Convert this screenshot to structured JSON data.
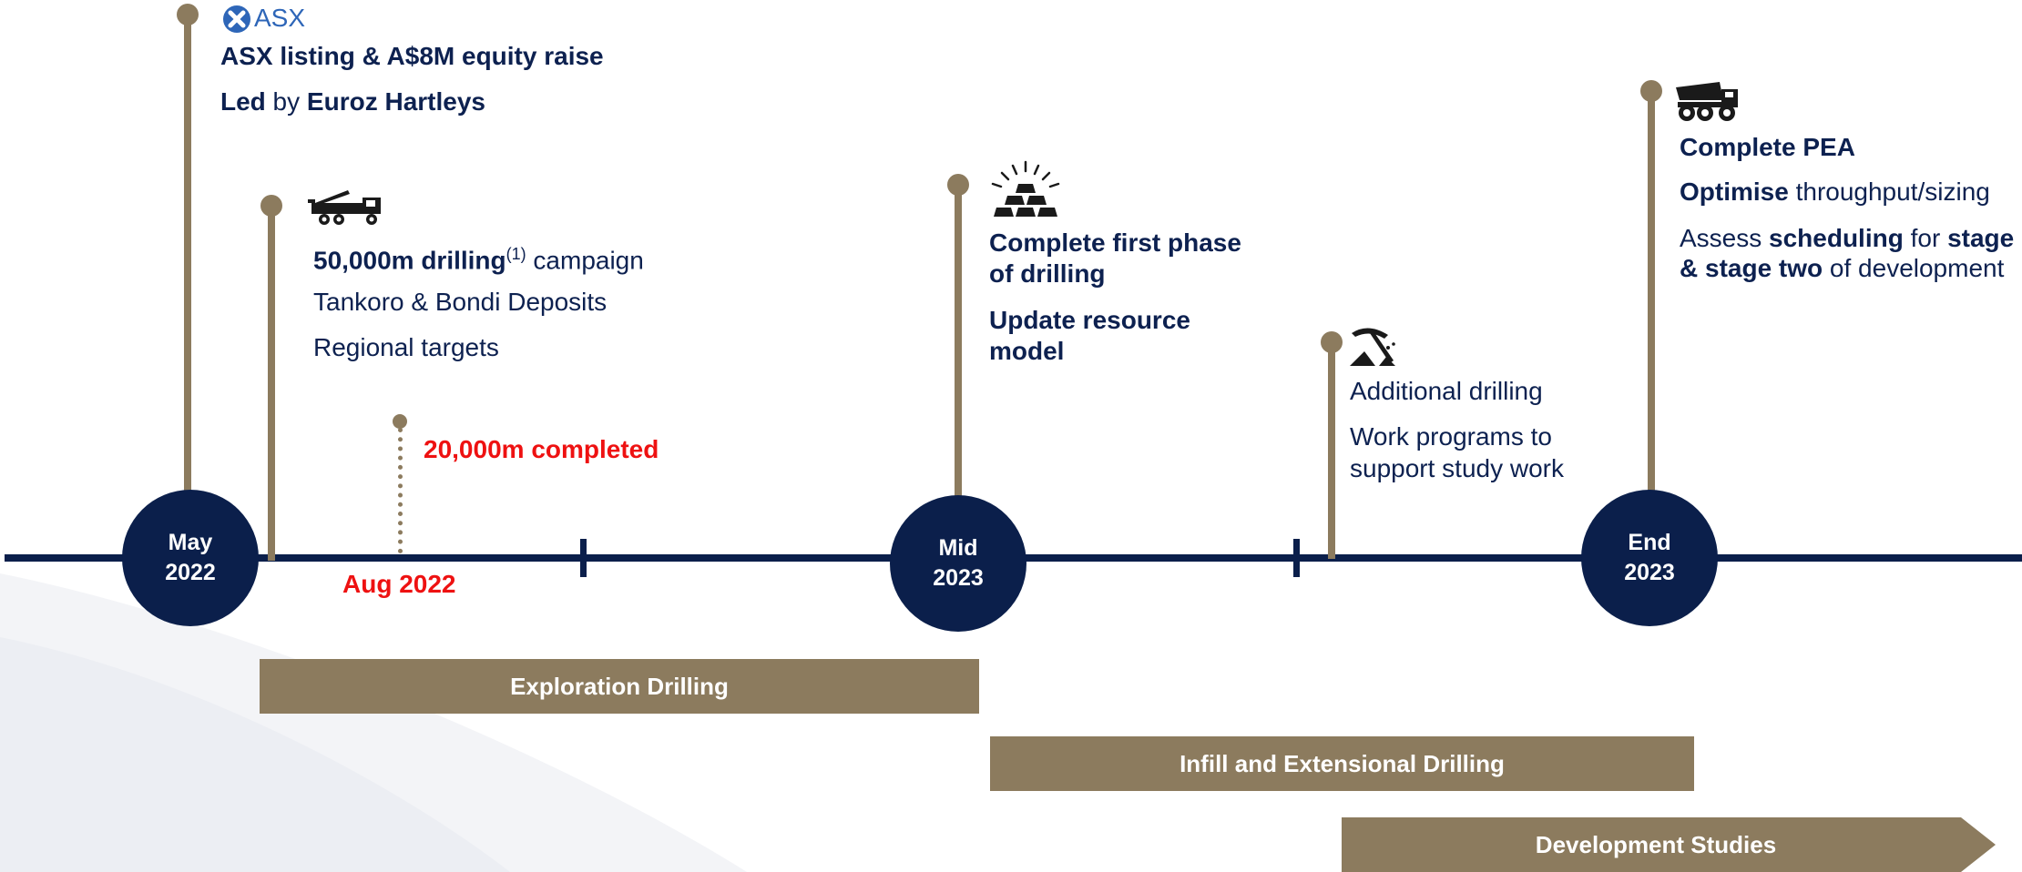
{
  "colors": {
    "navy": "#0b1f4b",
    "gold": "#8c7b5e",
    "red": "#ee1111",
    "text": "#0d2150"
  },
  "milestones": {
    "may_2022": {
      "line1": "May",
      "line2": "2022"
    },
    "mid_2023": {
      "line1": "Mid",
      "line2": "2023"
    },
    "end_2023": {
      "line1": "End",
      "line2": "2023"
    }
  },
  "asx_event": {
    "logo_text": "ASX",
    "icon": "asx-logo-icon",
    "headline": "ASX listing & A$8M equity raise",
    "led": "Led",
    "by": " by ",
    "manager": "Euroz Hartleys"
  },
  "drilling_campaign": {
    "icon": "drill-rig-truck-icon",
    "amount": "50,000m drilling",
    "footnote": "(1)",
    "rest": " campaign",
    "line2": "Tankoro & Bondi Deposits",
    "line3": "Regional targets"
  },
  "progress": {
    "completed": "20,000m completed",
    "date": "Aug 2022"
  },
  "mid_event": {
    "icon": "gold-bars-icon",
    "line1": "Complete first phase",
    "line2": "of drilling",
    "line3": "Update resource",
    "line4": "model"
  },
  "additional_event": {
    "icon": "pickaxe-icon",
    "line1": "Additional drilling",
    "line2": "Work programs to",
    "line3": "support study work"
  },
  "end_event": {
    "icon": "haul-truck-icon",
    "headline": "Complete PEA",
    "opt_bold": "Optimise",
    "opt_rest": " throughput/sizing",
    "assess": "Assess ",
    "scheduling": "scheduling",
    "for": " for ",
    "stage_o": "stage o",
    "stage_two": "& stage two",
    "of_dev": " of development"
  },
  "phases": {
    "exploration": "Exploration Drilling",
    "infill": "Infill and Extensional Drilling",
    "studies": "Development Studies"
  }
}
